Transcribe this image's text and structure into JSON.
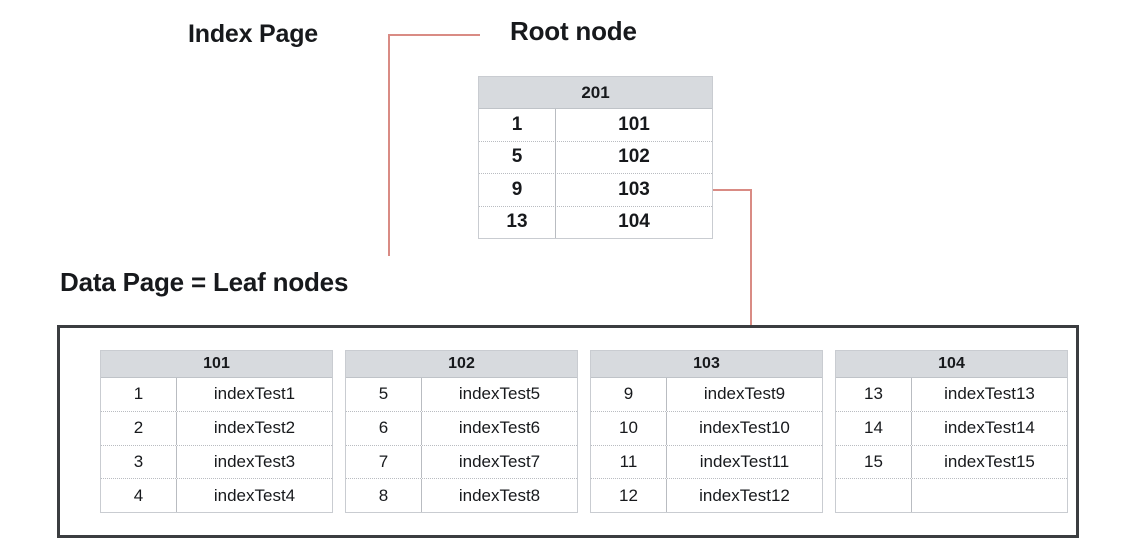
{
  "labels": {
    "index_page": "Index Page",
    "root_node": "Root node",
    "data_page": "Data Page = Leaf nodes"
  },
  "colors": {
    "header_bg": "#d7dade",
    "connector": "#d98b84",
    "arrowhead": "#d6564a",
    "container_border": "#3b3d40",
    "table_border": "#c9ccd1",
    "text": "#17191c"
  },
  "root": {
    "page_id": "201",
    "rows": [
      {
        "key": "1",
        "value": "101"
      },
      {
        "key": "5",
        "value": "102"
      },
      {
        "key": "9",
        "value": "103"
      },
      {
        "key": "13",
        "value": "104"
      }
    ]
  },
  "leaves": [
    {
      "page_id": "101",
      "rows": [
        {
          "key": "1",
          "value": "indexTest1"
        },
        {
          "key": "2",
          "value": "indexTest2"
        },
        {
          "key": "3",
          "value": "indexTest3"
        },
        {
          "key": "4",
          "value": "indexTest4"
        }
      ]
    },
    {
      "page_id": "102",
      "rows": [
        {
          "key": "5",
          "value": "indexTest5"
        },
        {
          "key": "6",
          "value": "indexTest6"
        },
        {
          "key": "7",
          "value": "indexTest7"
        },
        {
          "key": "8",
          "value": "indexTest8"
        }
      ]
    },
    {
      "page_id": "103",
      "rows": [
        {
          "key": "9",
          "value": "indexTest9"
        },
        {
          "key": "10",
          "value": "indexTest10"
        },
        {
          "key": "11",
          "value": "indexTest11"
        },
        {
          "key": "12",
          "value": "indexTest12"
        }
      ]
    },
    {
      "page_id": "104",
      "rows": [
        {
          "key": "13",
          "value": "indexTest13"
        },
        {
          "key": "14",
          "value": "indexTest14"
        },
        {
          "key": "15",
          "value": "indexTest15"
        },
        {
          "key": "",
          "value": ""
        }
      ]
    }
  ]
}
